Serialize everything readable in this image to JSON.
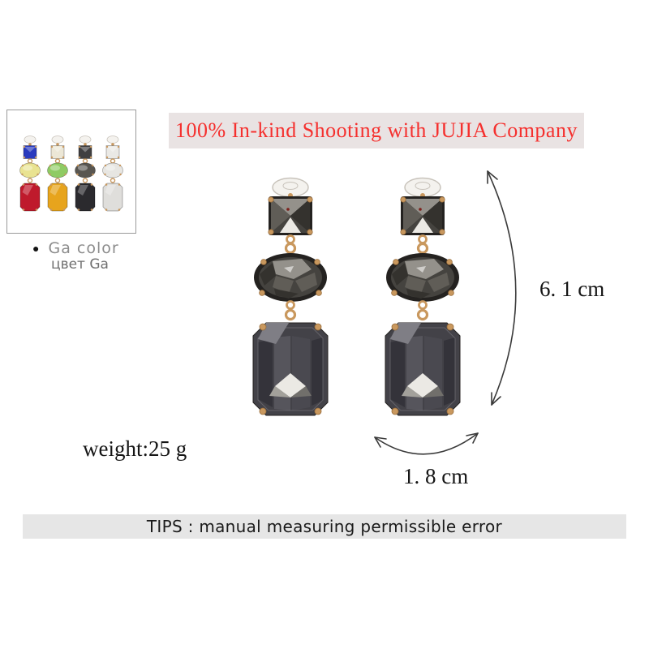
{
  "banner": {
    "text": "100% In-kind Shooting with JUJIA Company"
  },
  "color_box": {
    "bullet": "●",
    "label": "Ga color",
    "label_ru": "цвет Ga",
    "variants": [
      {
        "name": "blue-yellow-red",
        "square": "#2a3bbf",
        "oval": "#e9e391",
        "rect": "#bf1a2c"
      },
      {
        "name": "clear-green-amber",
        "square": "#ece7d6",
        "oval": "#8fcb63",
        "rect": "#e7a41d"
      },
      {
        "name": "gray-black",
        "square": "#403f41",
        "oval": "#595650",
        "rect": "#2b2a2e"
      },
      {
        "name": "clear",
        "square": "#eae9e5",
        "oval": "#e7e6e2",
        "rect": "#dfdedb"
      }
    ]
  },
  "measurements": {
    "height": "6. 1 cm",
    "width": "1. 8 cm",
    "weight": "weight:25 g"
  },
  "tips": {
    "text": "TIPS : manual measuring permissible error"
  },
  "colors": {
    "banner_bg": "#e9e3e3",
    "banner_text": "#f5302e",
    "tips_bg": "#e6e6e6",
    "tips_text": "#1b1b1b",
    "label_gray": "#8c8c8c",
    "label_gray_dark": "#6f6f6f",
    "measure_text": "#151515",
    "arrow": "#3a3a3a",
    "box_border": "#9a9a9a",
    "gold": "#c9985e",
    "gold_dark": "#996e3d",
    "stud": "#f4f2ee",
    "stud_edge": "#c8c3bb",
    "gem_rim": "#242220",
    "gem_dark": "#34322e",
    "gem_base": "#45433f",
    "gem_mid": "#605d57",
    "gem_light": "#94918b",
    "gem_highlight": "#ebe9e4",
    "rect_base": "#434248",
    "rect_dark": "#34333a",
    "rect_mid": "#56555c",
    "rect_light": "#7f7e85"
  }
}
